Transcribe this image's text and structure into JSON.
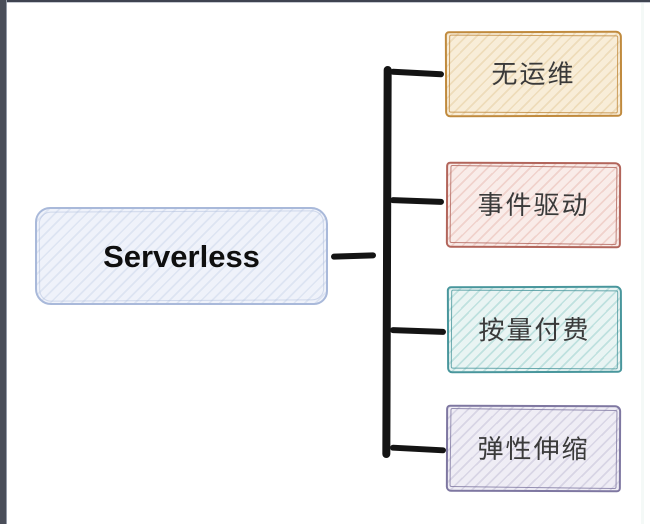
{
  "diagram": {
    "root": {
      "label": "Serverless"
    },
    "root_style": {
      "border_color": "#a9b9da",
      "fill_color": "#eff2fa",
      "hatch_color": "#dde4f2",
      "text_color": "#0f0f0f"
    },
    "branches": [
      {
        "label": "无运维",
        "border_color": "#c08a3d",
        "fill_color": "#f8edd8",
        "hatch_color": "#eedcba"
      },
      {
        "label": "事件驱动",
        "border_color": "#b2655b",
        "fill_color": "#f9ece9",
        "hatch_color": "#f0d2cc"
      },
      {
        "label": "按量付费",
        "border_color": "#48969c",
        "fill_color": "#e9f4f3",
        "hatch_color": "#bfe1df"
      },
      {
        "label": "弹性伸缩",
        "border_color": "#7e77a1",
        "fill_color": "#efedf5",
        "hatch_color": "#d8d5e5"
      }
    ],
    "label_color": "#3a3a3a",
    "connector_color": "#141414"
  },
  "frame": {
    "left_bar_color": "#4a4e59",
    "top_bar_color": "#3e4350"
  }
}
